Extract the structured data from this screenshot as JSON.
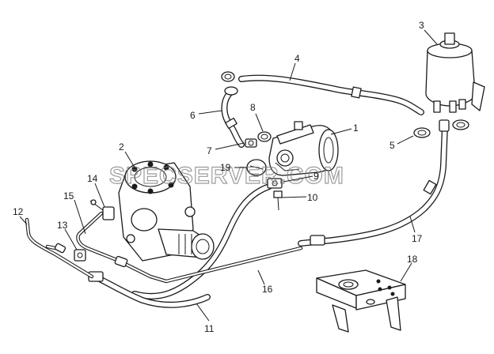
{
  "watermark": "SPECSERVER.COM",
  "callouts": [
    "1",
    "2",
    "3",
    "4",
    "5",
    "6",
    "7",
    "8",
    "9",
    "10",
    "11",
    "12",
    "13",
    "14",
    "15",
    "16",
    "17",
    "18",
    "19"
  ]
}
